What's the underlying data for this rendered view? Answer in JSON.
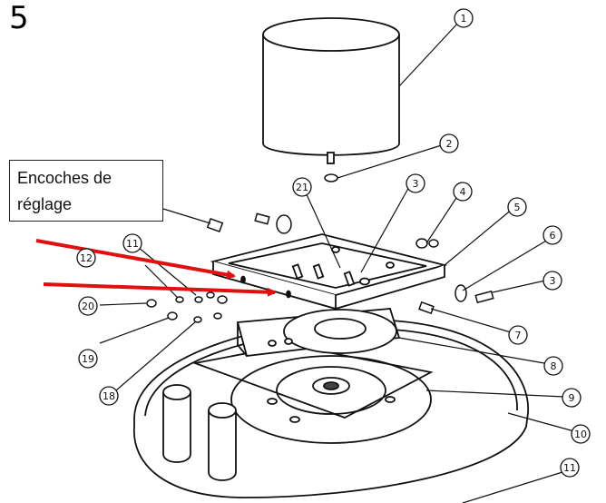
{
  "step_number": "5",
  "callout": {
    "line1": "Encoches de",
    "line2": "réglage"
  },
  "colors": {
    "arrow": "#e01010",
    "line": "#111111"
  },
  "part_labels": [
    "1",
    "2",
    "3",
    "4",
    "5",
    "6",
    "3",
    "7",
    "8",
    "9",
    "10",
    "11",
    "21",
    "12",
    "11",
    "20",
    "19",
    "18"
  ]
}
